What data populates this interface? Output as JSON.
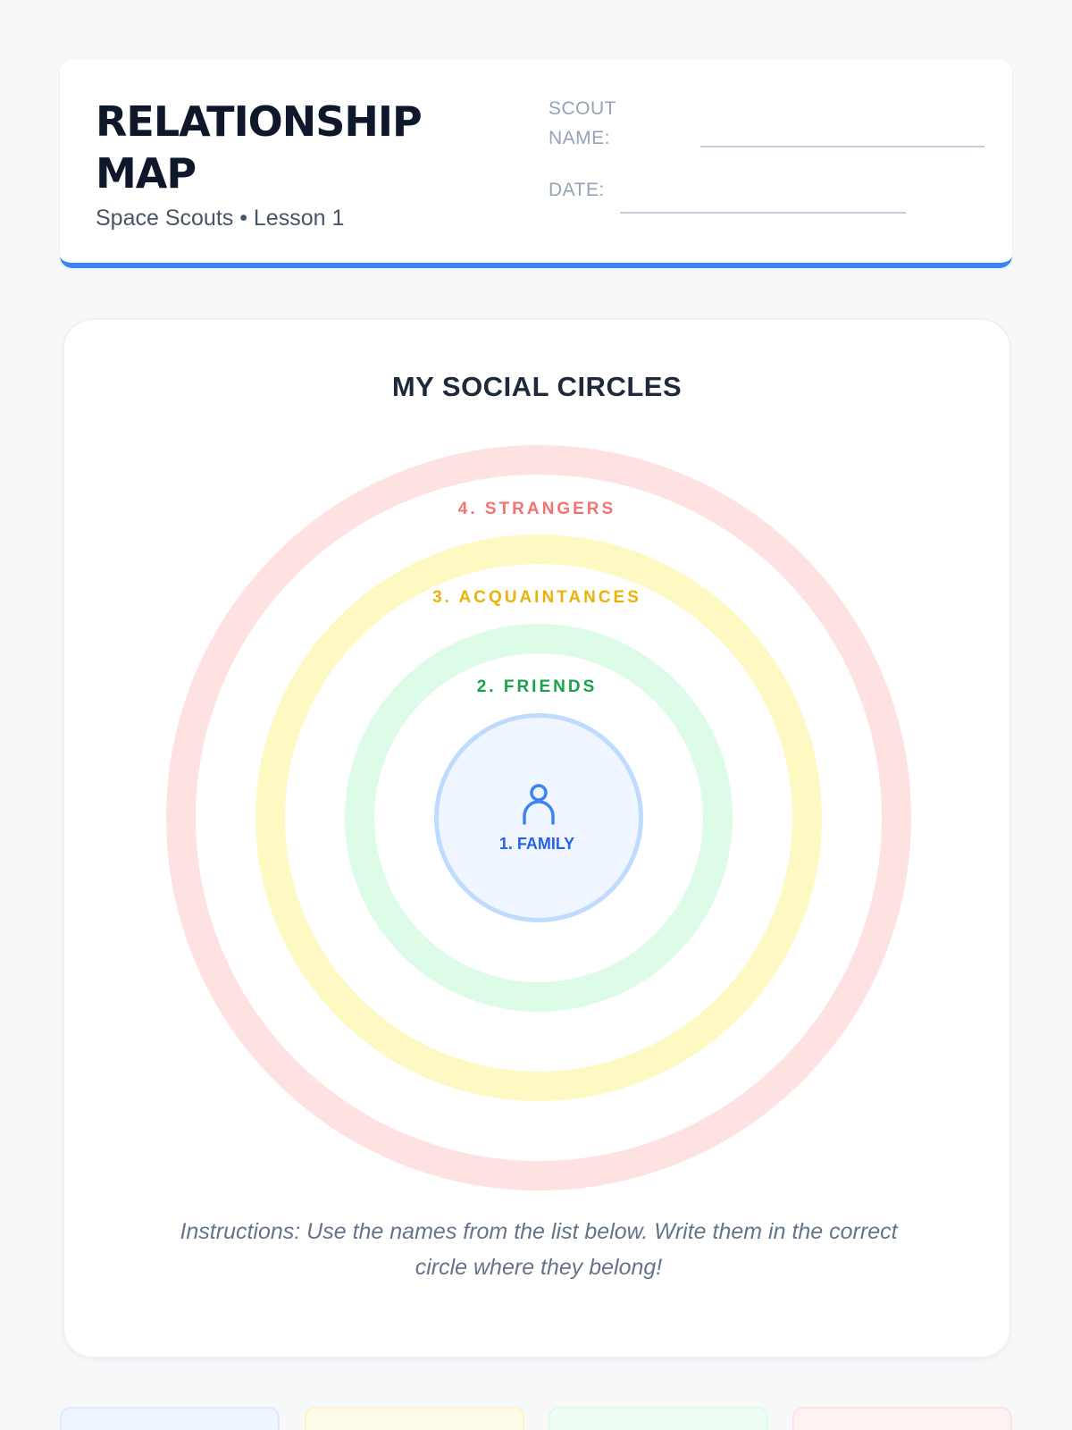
{
  "header": {
    "title": "RELATIONSHIP MAP",
    "subtitle": "Space Scouts • Lesson 1",
    "name_label": "SCOUT NAME:",
    "date_label": "DATE:",
    "accent_color": "#3b82f6"
  },
  "circles": {
    "title": "MY SOCIAL CIRCLES",
    "rings": [
      {
        "label": "4. STRANGERS",
        "color": "#f87171"
      },
      {
        "label": "3. ACQUAINTANCES",
        "color": "#eab308"
      },
      {
        "label": "2. FRIENDS",
        "color": "#16a34a"
      },
      {
        "label": "1. FAMILY",
        "color": "#2563eb",
        "icon": "person-icon"
      }
    ],
    "instructions": "Instructions: Use the names from the list below. Write them in the correct circle where they belong!"
  }
}
